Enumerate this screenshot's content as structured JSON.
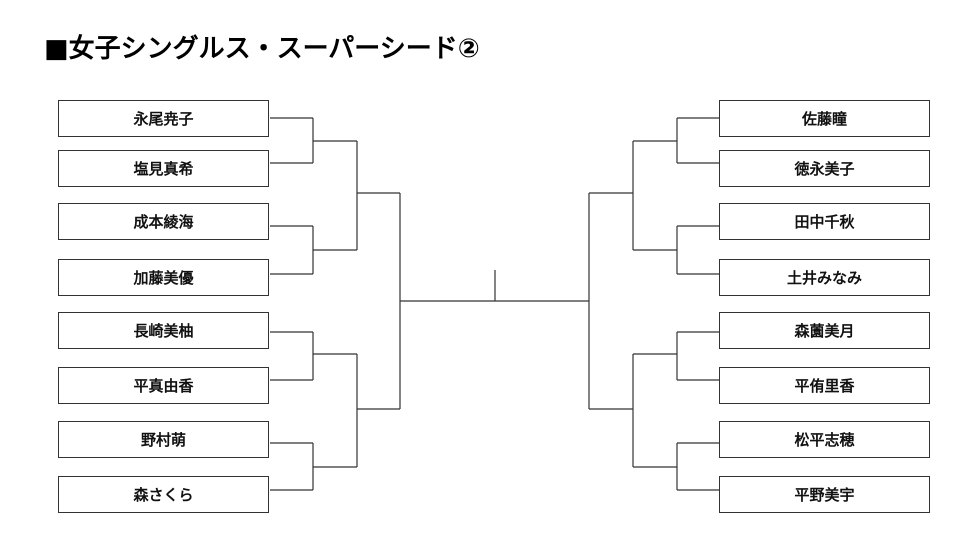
{
  "title": "■女子シングルス・スーパーシード②",
  "left_players": [
    "永尾尭子",
    "塩見真希",
    "成本綾海",
    "加藤美優",
    "長崎美柚",
    "平真由香",
    "野村萌",
    "森さくら"
  ],
  "right_players": [
    "佐藤瞳",
    "徳永美子",
    "田中千秋",
    "土井みなみ",
    "森薗美月",
    "平侑里香",
    "松平志穂",
    "平野美宇"
  ]
}
